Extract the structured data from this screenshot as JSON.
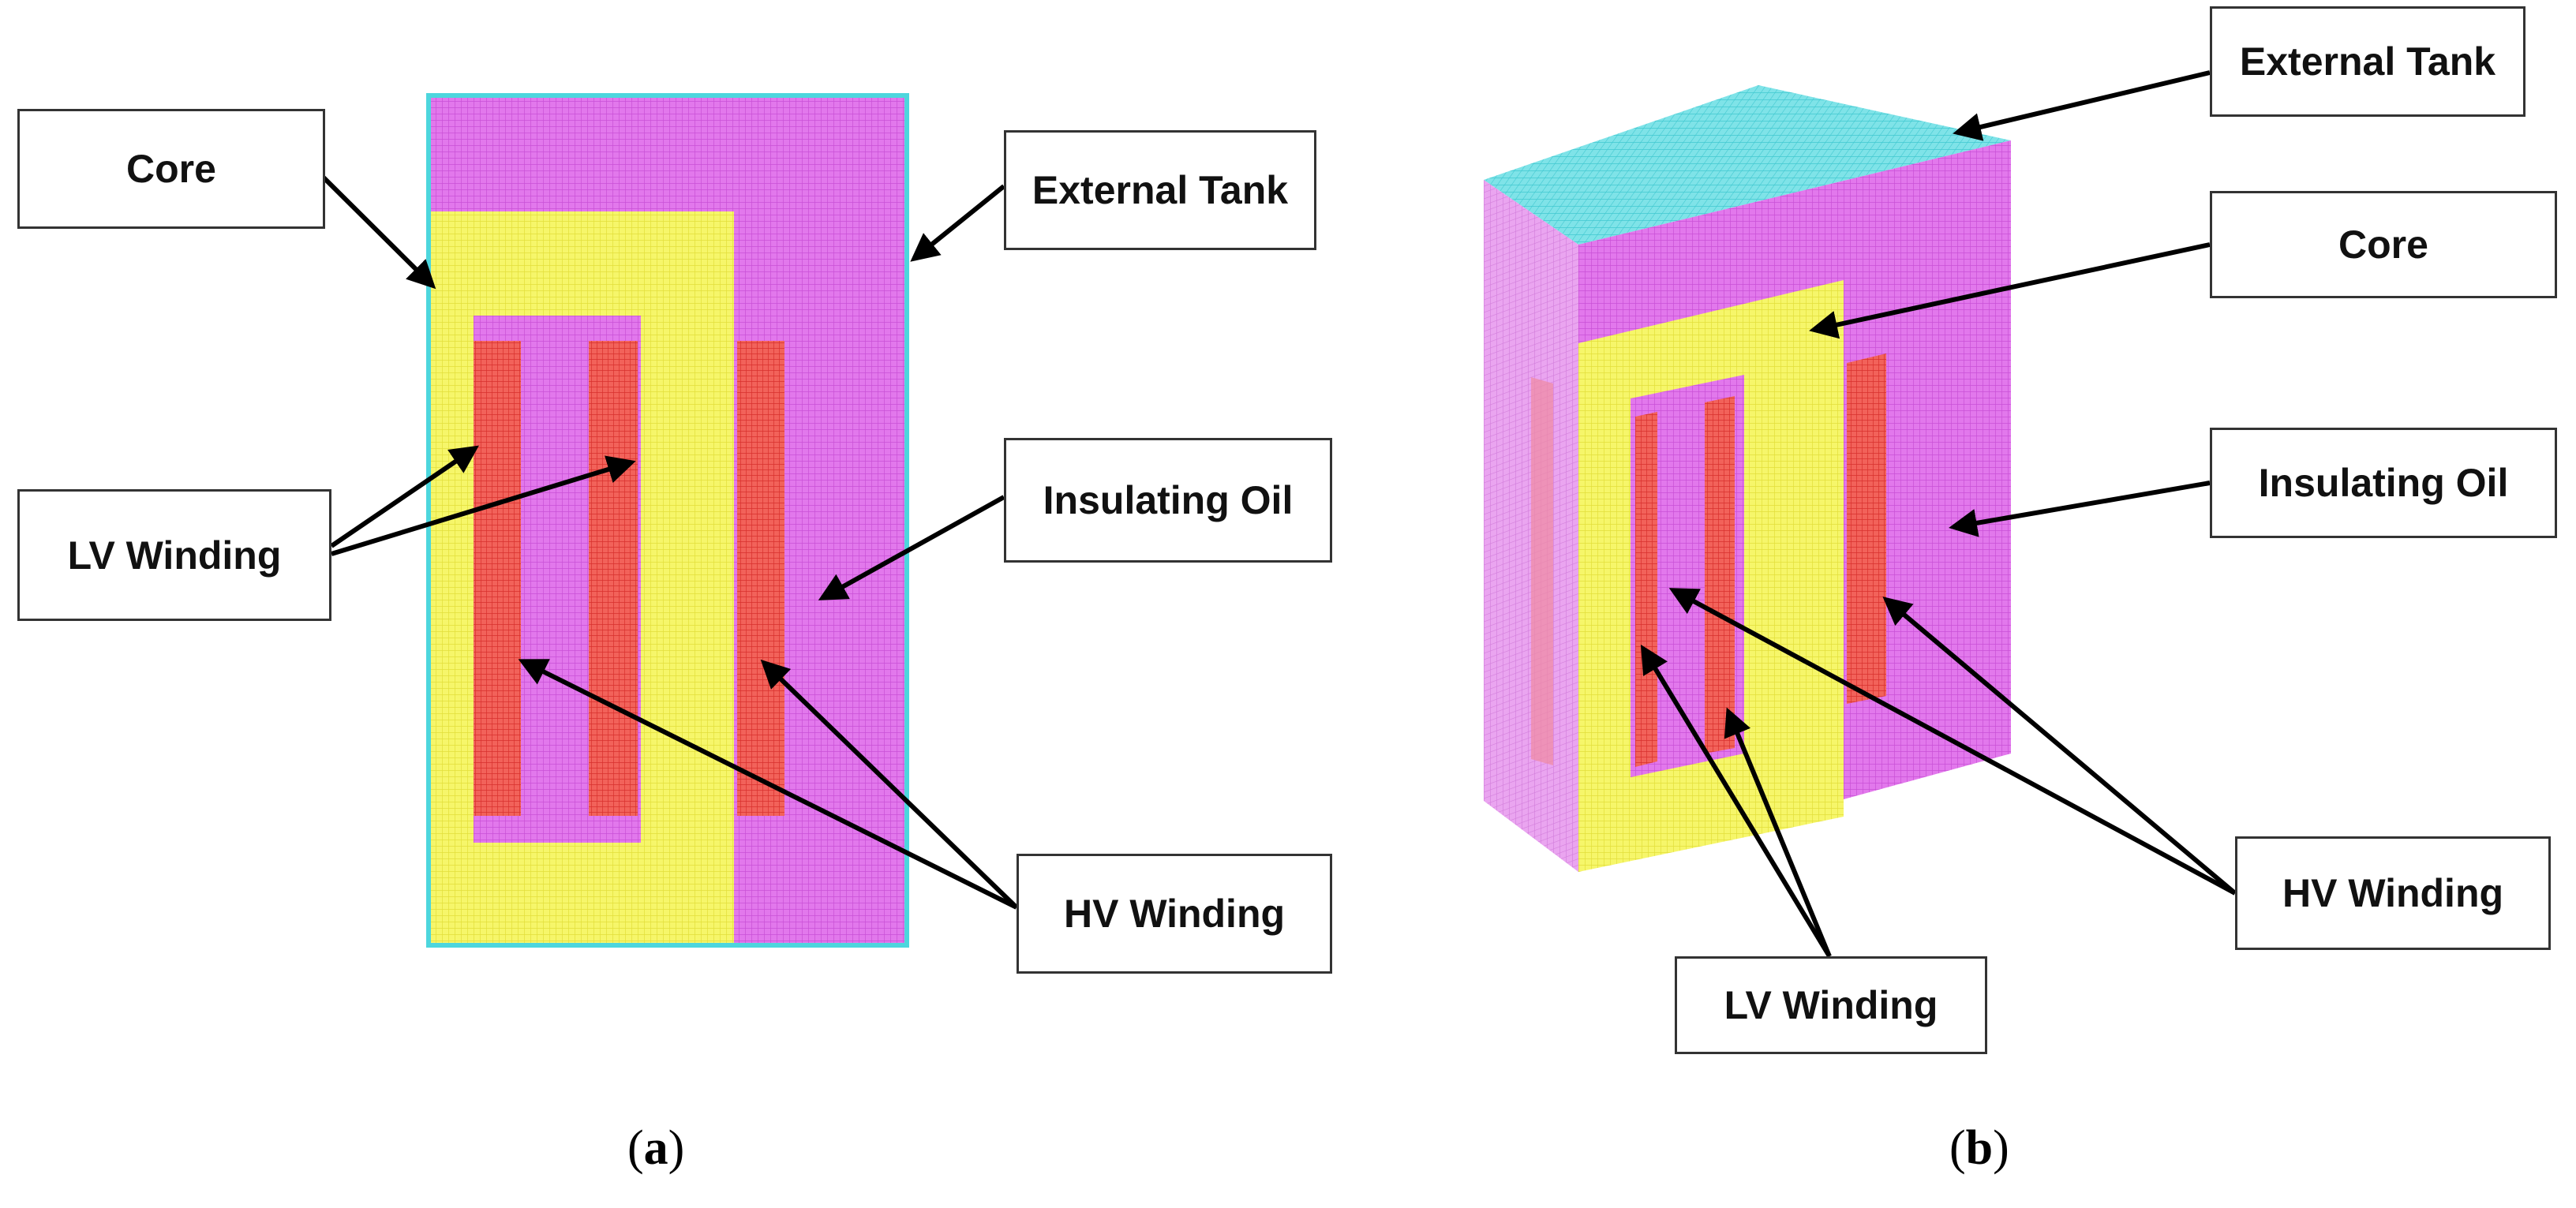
{
  "colors": {
    "tank": "#4dd6dd",
    "oil": "#e070ea",
    "core": "#f4f45a",
    "winding": "#f0504a",
    "arrow": "#000000",
    "box_border": "#333333"
  },
  "panel_a": {
    "caption_open": "(",
    "caption_letter": "a",
    "caption_close": ")",
    "labels": {
      "core": "Core",
      "external_tank": "External Tank",
      "lv_winding": "LV Winding",
      "insulating_oil": "Insulating Oil",
      "hv_winding": "HV Winding"
    }
  },
  "panel_b": {
    "caption_open": "(",
    "caption_letter": "b",
    "caption_close": ")",
    "labels": {
      "external_tank": "External Tank",
      "core": "Core",
      "insulating_oil": "Insulating Oil",
      "hv_winding": "HV Winding",
      "lv_winding": "LV Winding"
    }
  }
}
